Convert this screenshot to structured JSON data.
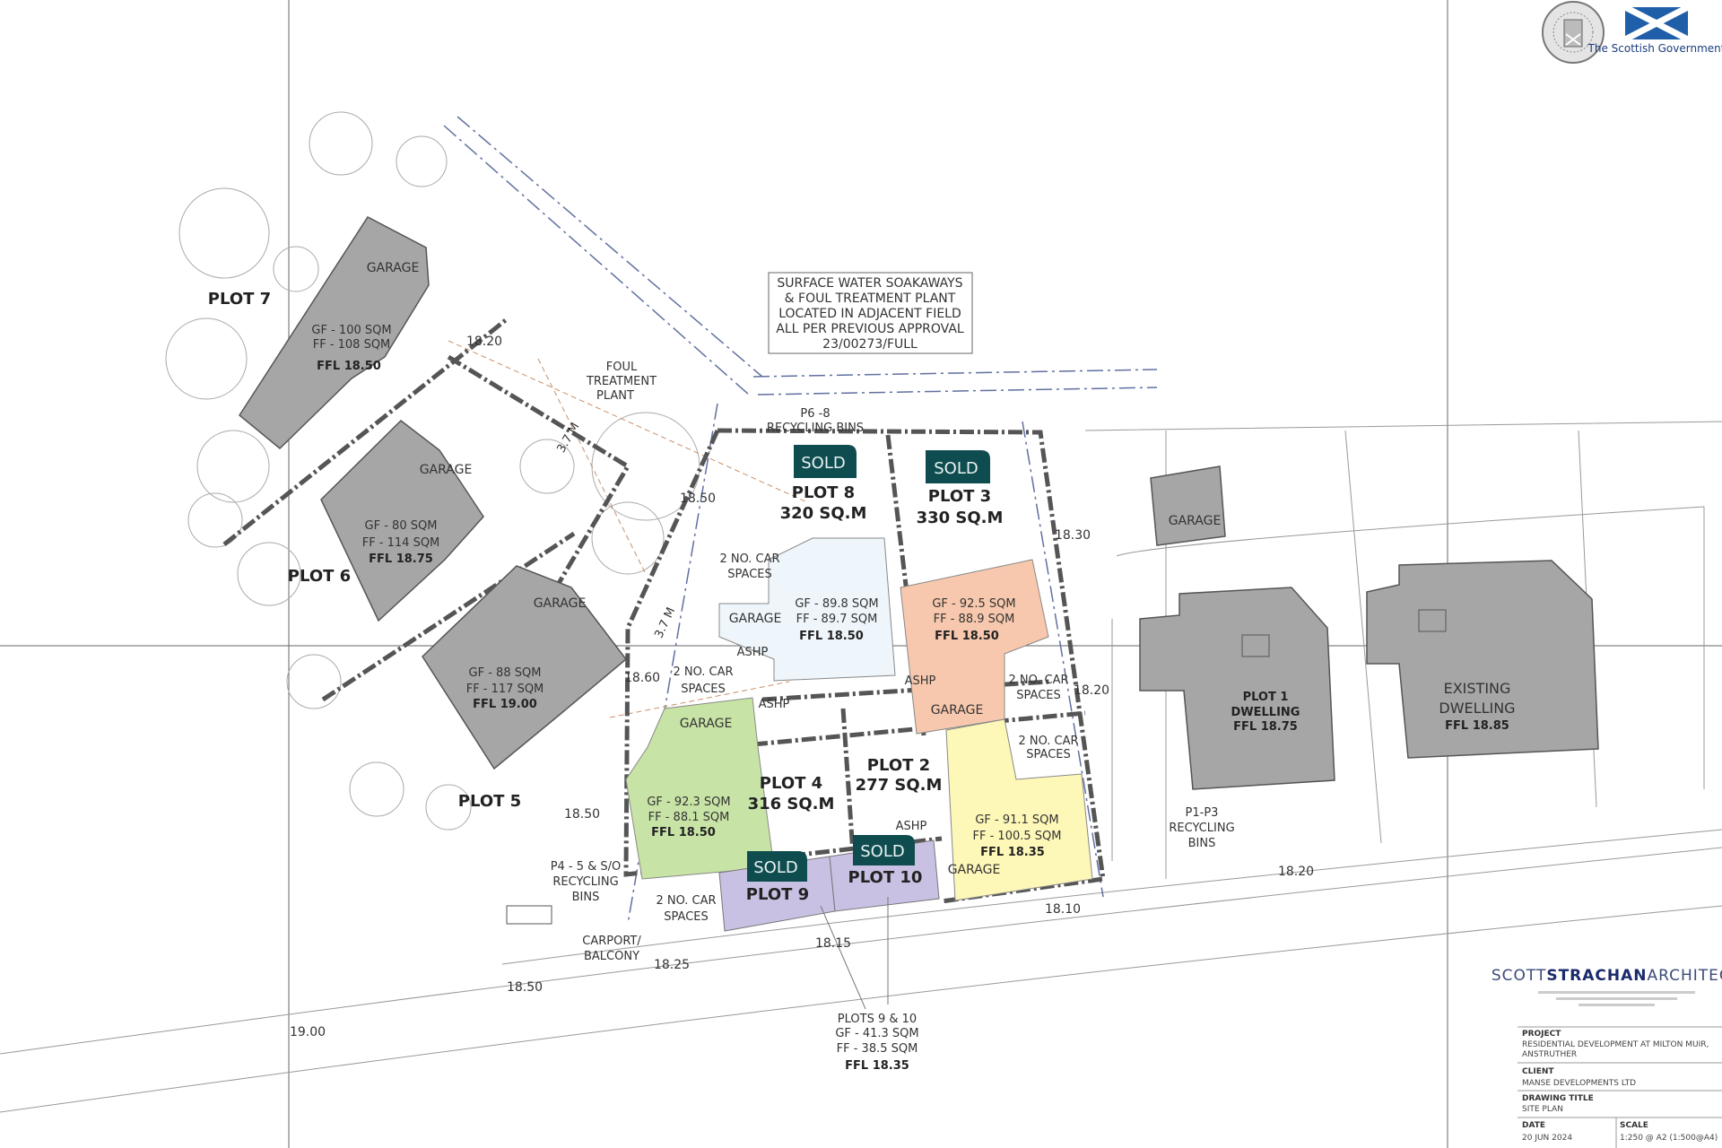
{
  "logos": {
    "crest": "Royal crest seal",
    "scot_gov": "The Scottish Government"
  },
  "note": [
    "SURFACE WATER SOAKAWAYS",
    "& FOUL TREATMENT PLANT",
    "LOCATED IN ADJACENT FIELD",
    "ALL PER PREVIOUS APPROVAL",
    "23/00273/FULL"
  ],
  "foul_plant": [
    "FOUL",
    "TREATMENT",
    "PLANT"
  ],
  "recycling_p6_8": [
    "P6 -8",
    "RECYCLING BINS"
  ],
  "recycling_p4_5": [
    "P4 - 5 & S/O",
    "RECYCLING",
    "BINS"
  ],
  "recycling_p1_3": [
    "P1-P3",
    "RECYCLING",
    "BINS"
  ],
  "carport": [
    "CARPORT/",
    "BALCONY"
  ],
  "dim_37": "3.7 M",
  "car_spaces": [
    "2 NO. CAR",
    "SPACES"
  ],
  "ashp": "ASHP",
  "garage": "GARAGE",
  "sold": "SOLD",
  "colors": {
    "sold": "#0f4c4f",
    "plot8": "#eef6fb",
    "plot3": "#f7c8ad",
    "plot2": "#fdf7b8",
    "plot4": "#c8e3a6",
    "plot9_10": "#c9c1e3",
    "existing": "#a6a6a6"
  },
  "plots": {
    "p7": {
      "name": "PLOT 7",
      "gf": "GF - 100 SQM",
      "ff": "FF - 108 SQM",
      "ffl": "FFL 18.50"
    },
    "p6": {
      "name": "PLOT 6",
      "gf": "GF - 80 SQM",
      "ff": "FF - 114 SQM",
      "ffl": "FFL 18.75"
    },
    "p5": {
      "name": "PLOT 5",
      "gf": "GF - 88 SQM",
      "ff": "FF - 117 SQM",
      "ffl": "FFL 19.00"
    },
    "p8": {
      "name": "PLOT 8",
      "area": "320 SQ.M",
      "gf": "GF - 89.8 SQM",
      "ff": "FF - 89.7 SQM",
      "ffl": "FFL 18.50",
      "status": "SOLD"
    },
    "p3": {
      "name": "PLOT 3",
      "area": "330 SQ.M",
      "gf": "GF - 92.5 SQM",
      "ff": "FF - 88.9 SQM",
      "ffl": "FFL 18.50",
      "status": "SOLD"
    },
    "p4": {
      "name": "PLOT 4",
      "area": "316 SQ.M",
      "gf": "GF - 92.3 SQM",
      "ff": "FF - 88.1 SQM",
      "ffl": "FFL 18.50"
    },
    "p2": {
      "name": "PLOT 2",
      "area": "277 SQ.M",
      "gf": "GF - 91.1 SQM",
      "ff": "FF - 100.5 SQM",
      "ffl": "FFL 18.35"
    },
    "p9": {
      "name": "PLOT 9",
      "status": "SOLD"
    },
    "p10": {
      "name": "PLOT 10",
      "status": "SOLD"
    },
    "p9_10": {
      "title": "PLOTS 9 & 10",
      "gf": "GF - 41.3 SQM",
      "ff": "FF - 38.5 SQM",
      "ffl": "FFL 18.35"
    },
    "p1": {
      "name": "PLOT 1",
      "type": "DWELLING",
      "ffl": "FFL 18.75"
    },
    "existing": {
      "name": "EXISTING",
      "type": "DWELLING",
      "ffl": "FFL 18.85"
    }
  },
  "levels": {
    "l1": "18.20",
    "l2": "18.50",
    "l3": "18.30",
    "l4": "18.60",
    "l5": "18.20",
    "l6": "18.50",
    "l7": "18.15",
    "l8": "18.25",
    "l9": "18.50",
    "l10": "19.00",
    "l11": "18.10",
    "l12": "18.20"
  },
  "title_block": {
    "firm_a": "SCOTT",
    "firm_b": "STRACHAN",
    "firm_c": "ARCHITECT",
    "project_label": "PROJECT",
    "project": [
      "RESIDENTIAL DEVELOPMENT AT MILTON MUIR,",
      "ANSTRUTHER"
    ],
    "client_label": "CLIENT",
    "client": "MANSE DEVELOPMENTS LTD",
    "drawing_label": "DRAWING TITLE",
    "drawing": "SITE PLAN",
    "date_label": "DATE",
    "date": "20 JUN 2024",
    "scale_label": "SCALE",
    "scale": "1:250 @ A2 (1:500@A4)"
  }
}
